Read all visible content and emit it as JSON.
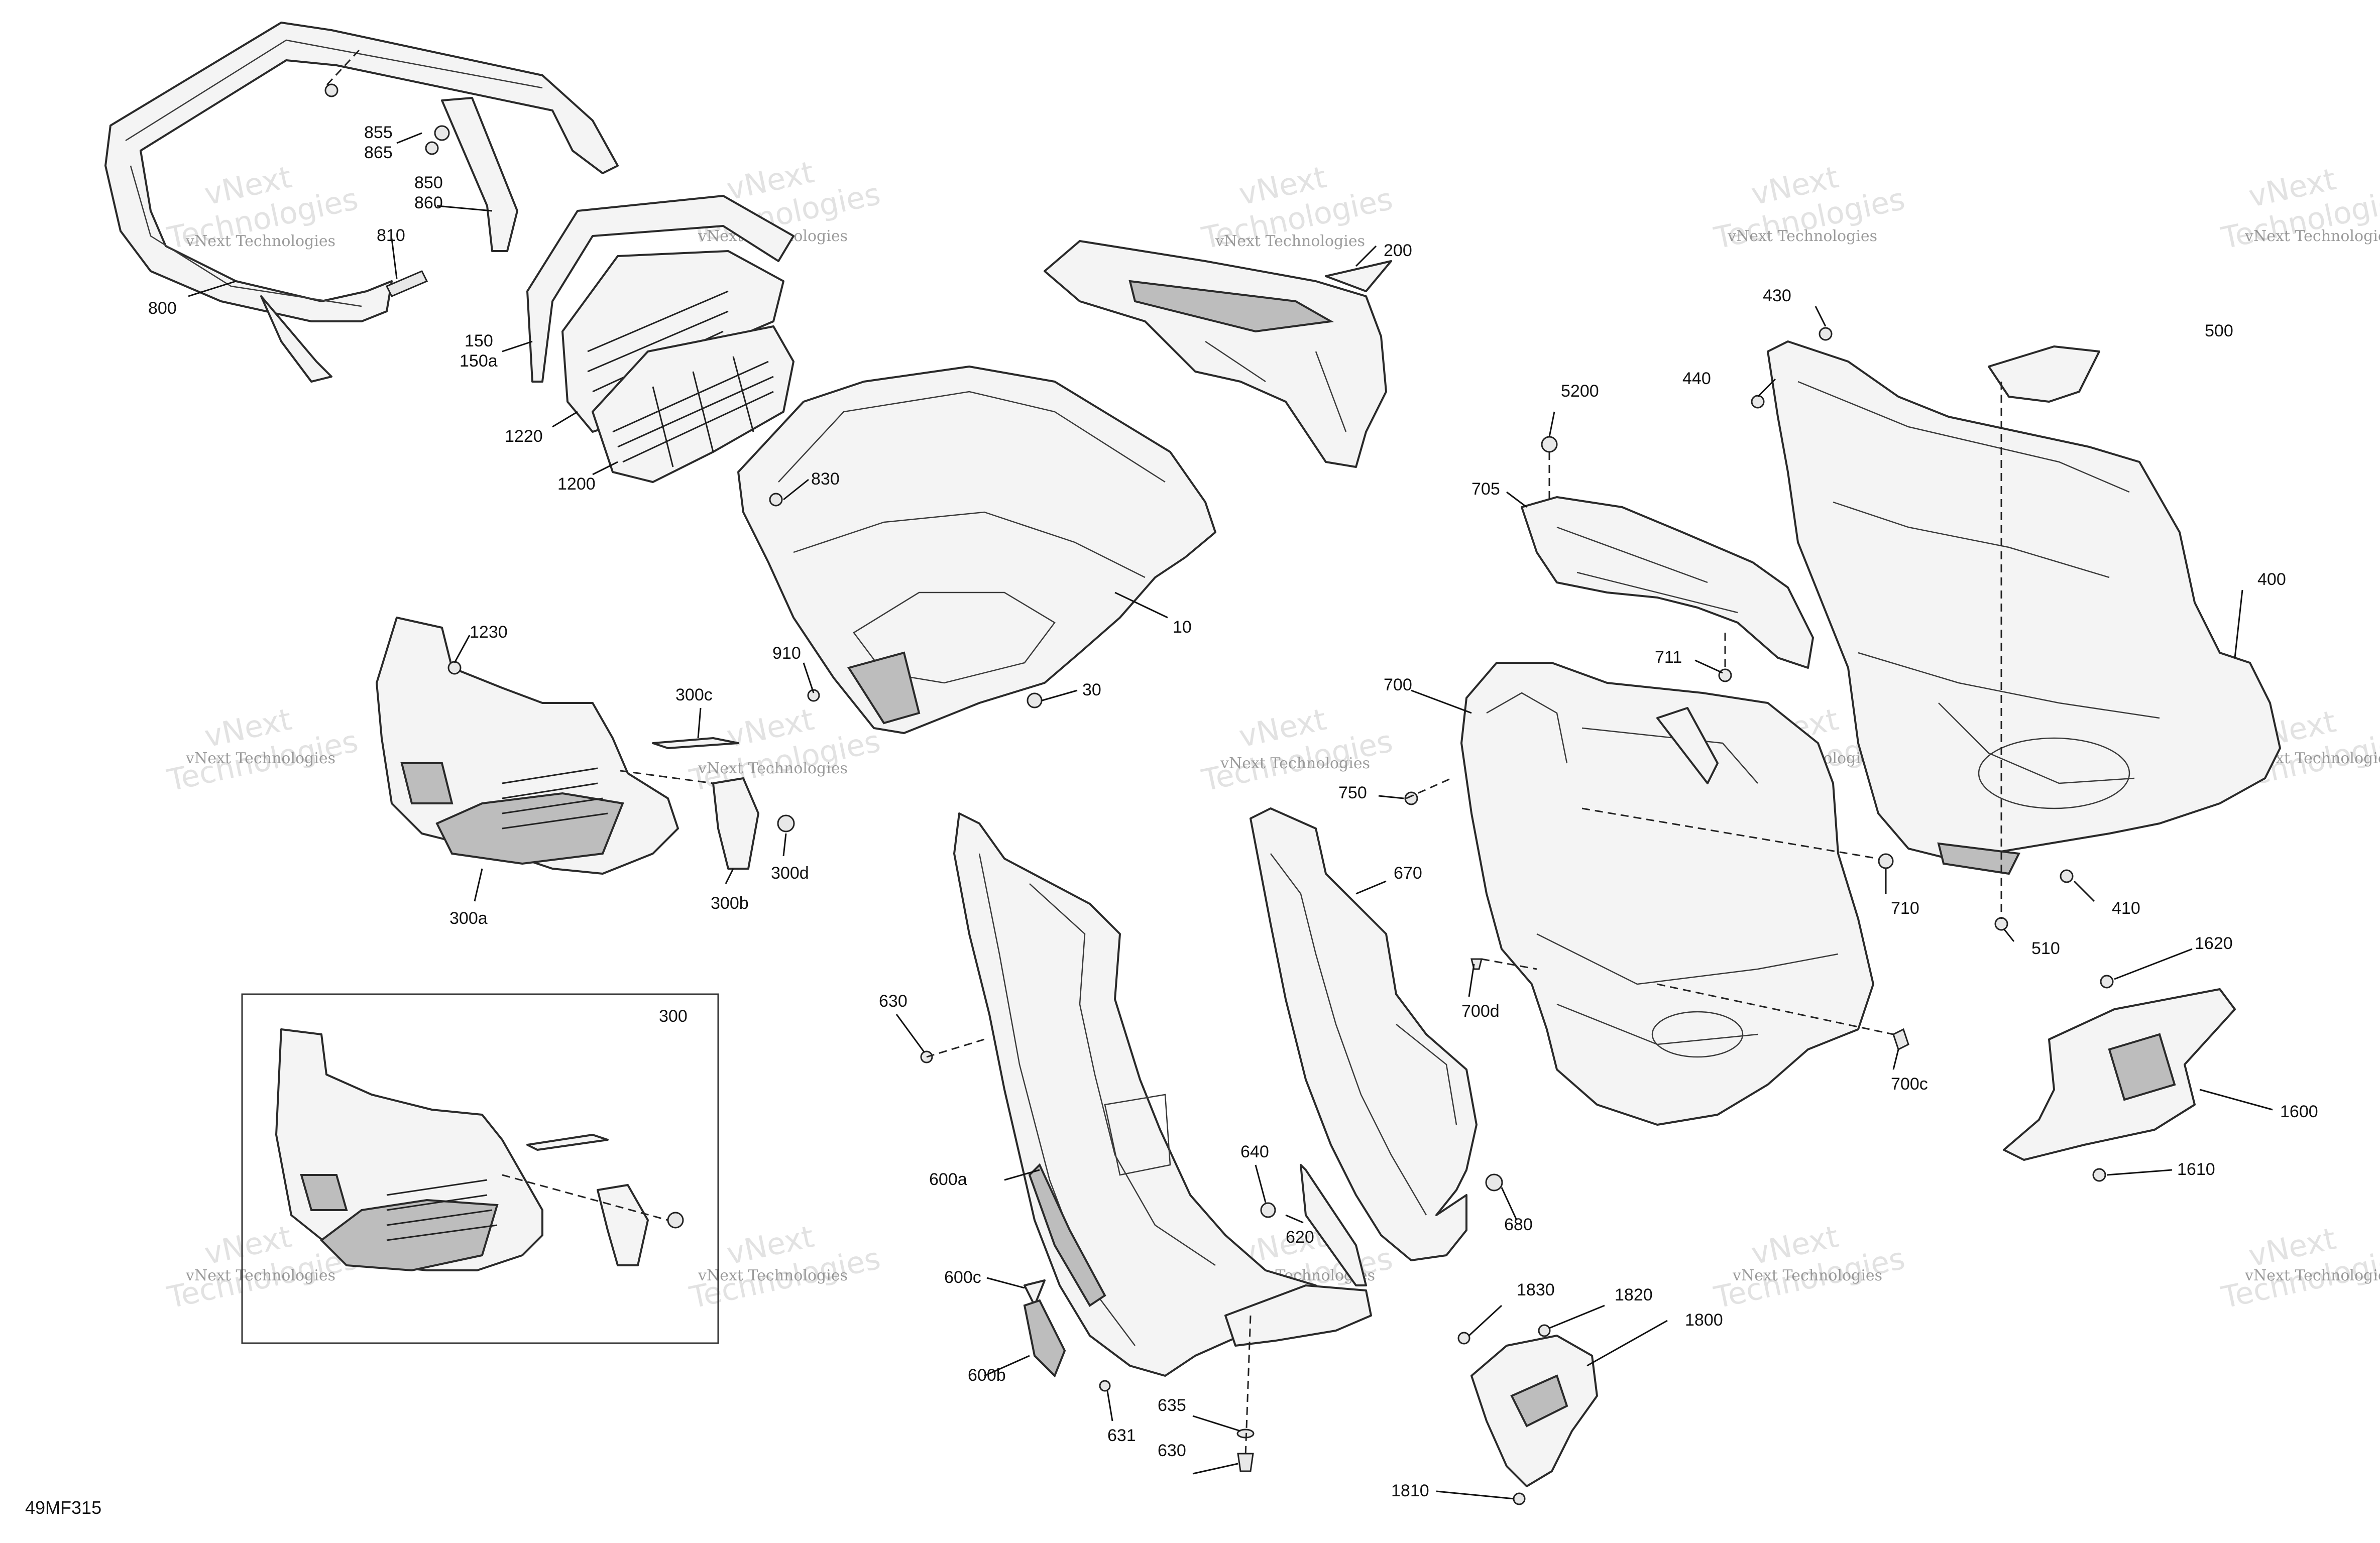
{
  "diagram_code": "49MF315",
  "watermark": {
    "line1": "vNext Technologies",
    "line2": "vNext",
    "line3": "Technologies"
  },
  "callouts": {
    "c855": "855",
    "c865": "865",
    "c850": "850",
    "c860": "860",
    "c810": "810",
    "c800": "800",
    "c150": "150",
    "c150a": "150a",
    "c1220": "1220",
    "c1200": "1200",
    "c200": "200",
    "c830": "830",
    "c10": "10",
    "c910": "910",
    "c30": "30",
    "c1230": "1230",
    "c300c": "300c",
    "c300d": "300d",
    "c300b": "300b",
    "c300a": "300a",
    "c300": "300",
    "c430": "430",
    "c500": "500",
    "c440": "440",
    "c5200": "5200",
    "c705": "705",
    "c400": "400",
    "c711": "711",
    "c700": "700",
    "c750": "750",
    "c670": "670",
    "c710": "710",
    "c410": "410",
    "c510": "510",
    "c630a": "630",
    "c700d": "700d",
    "c700c": "700c",
    "c1620": "1620",
    "c1600": "1600",
    "c1610": "1610",
    "c640": "640",
    "c600a": "600a",
    "c620": "620",
    "c680": "680",
    "c600c": "600c",
    "c600b": "600b",
    "c631": "631",
    "c635": "635",
    "c630b": "630",
    "c1830": "1830",
    "c1820": "1820",
    "c1800": "1800",
    "c1810": "1810"
  },
  "colors": {
    "line": "#2a2a2a",
    "fill": "#f4f4f4",
    "shade": "#bdbdbd",
    "watermark": "#7a7a7a"
  }
}
